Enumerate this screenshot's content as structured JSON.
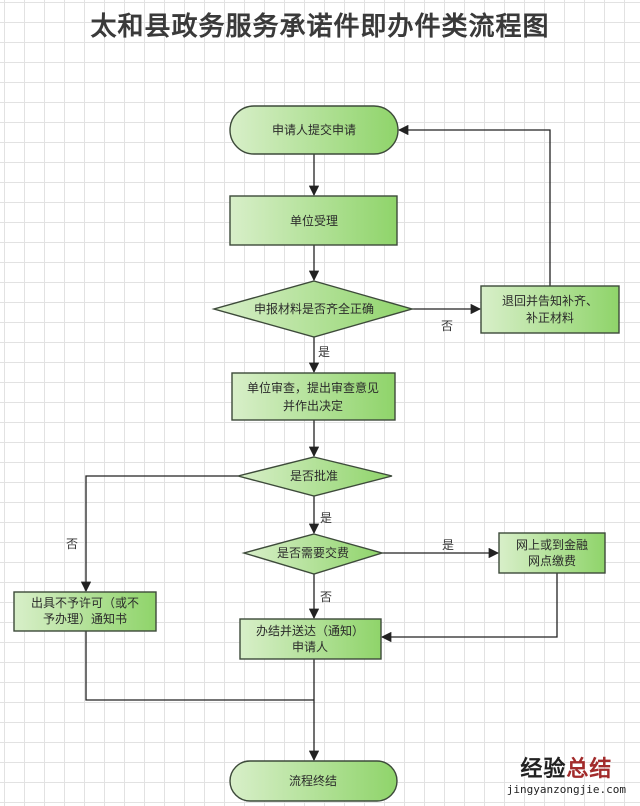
{
  "title": "太和县政务服务承诺件即办件类流程图",
  "colors": {
    "node_fill_light": "#d8efc9",
    "node_fill_dark": "#8fd46a",
    "node_stroke": "#3d4a3a",
    "edge": "#222222"
  },
  "nodes": {
    "start": {
      "label": "申请人提交申请",
      "shape": "terminal"
    },
    "accept": {
      "label": "单位受理",
      "shape": "process"
    },
    "check_materials": {
      "label": "申报材料是否齐全正确",
      "shape": "decision"
    },
    "return_supplement": {
      "label_line1": "退回并告知补齐、",
      "label_line2": "补正材料",
      "shape": "process"
    },
    "review": {
      "label_line1": "单位审查，提出审查意见",
      "label_line2": "并作出决定",
      "shape": "process"
    },
    "approve": {
      "label": "是否批准",
      "shape": "decision"
    },
    "need_fee": {
      "label": "是否需要交费",
      "shape": "decision"
    },
    "pay_fee": {
      "label_line1": "网上或到金融",
      "label_line2": "网点缴费",
      "shape": "process"
    },
    "deny_notice": {
      "label_line1": "出具不予许可（或不",
      "label_line2": "予办理）通知书",
      "shape": "process"
    },
    "deliver": {
      "label_line1": "办结并送达（通知）",
      "label_line2": "申请人",
      "shape": "process"
    },
    "end": {
      "label": "流程终结",
      "shape": "terminal"
    }
  },
  "edges": {
    "materials_no": "否",
    "materials_yes": "是",
    "approve_yes": "是",
    "approve_no": "否",
    "fee_yes": "是",
    "fee_no": "否"
  },
  "watermark": {
    "cn_part1": "经验",
    "cn_part2": "总结",
    "url": "jingyanzongjie.com"
  }
}
